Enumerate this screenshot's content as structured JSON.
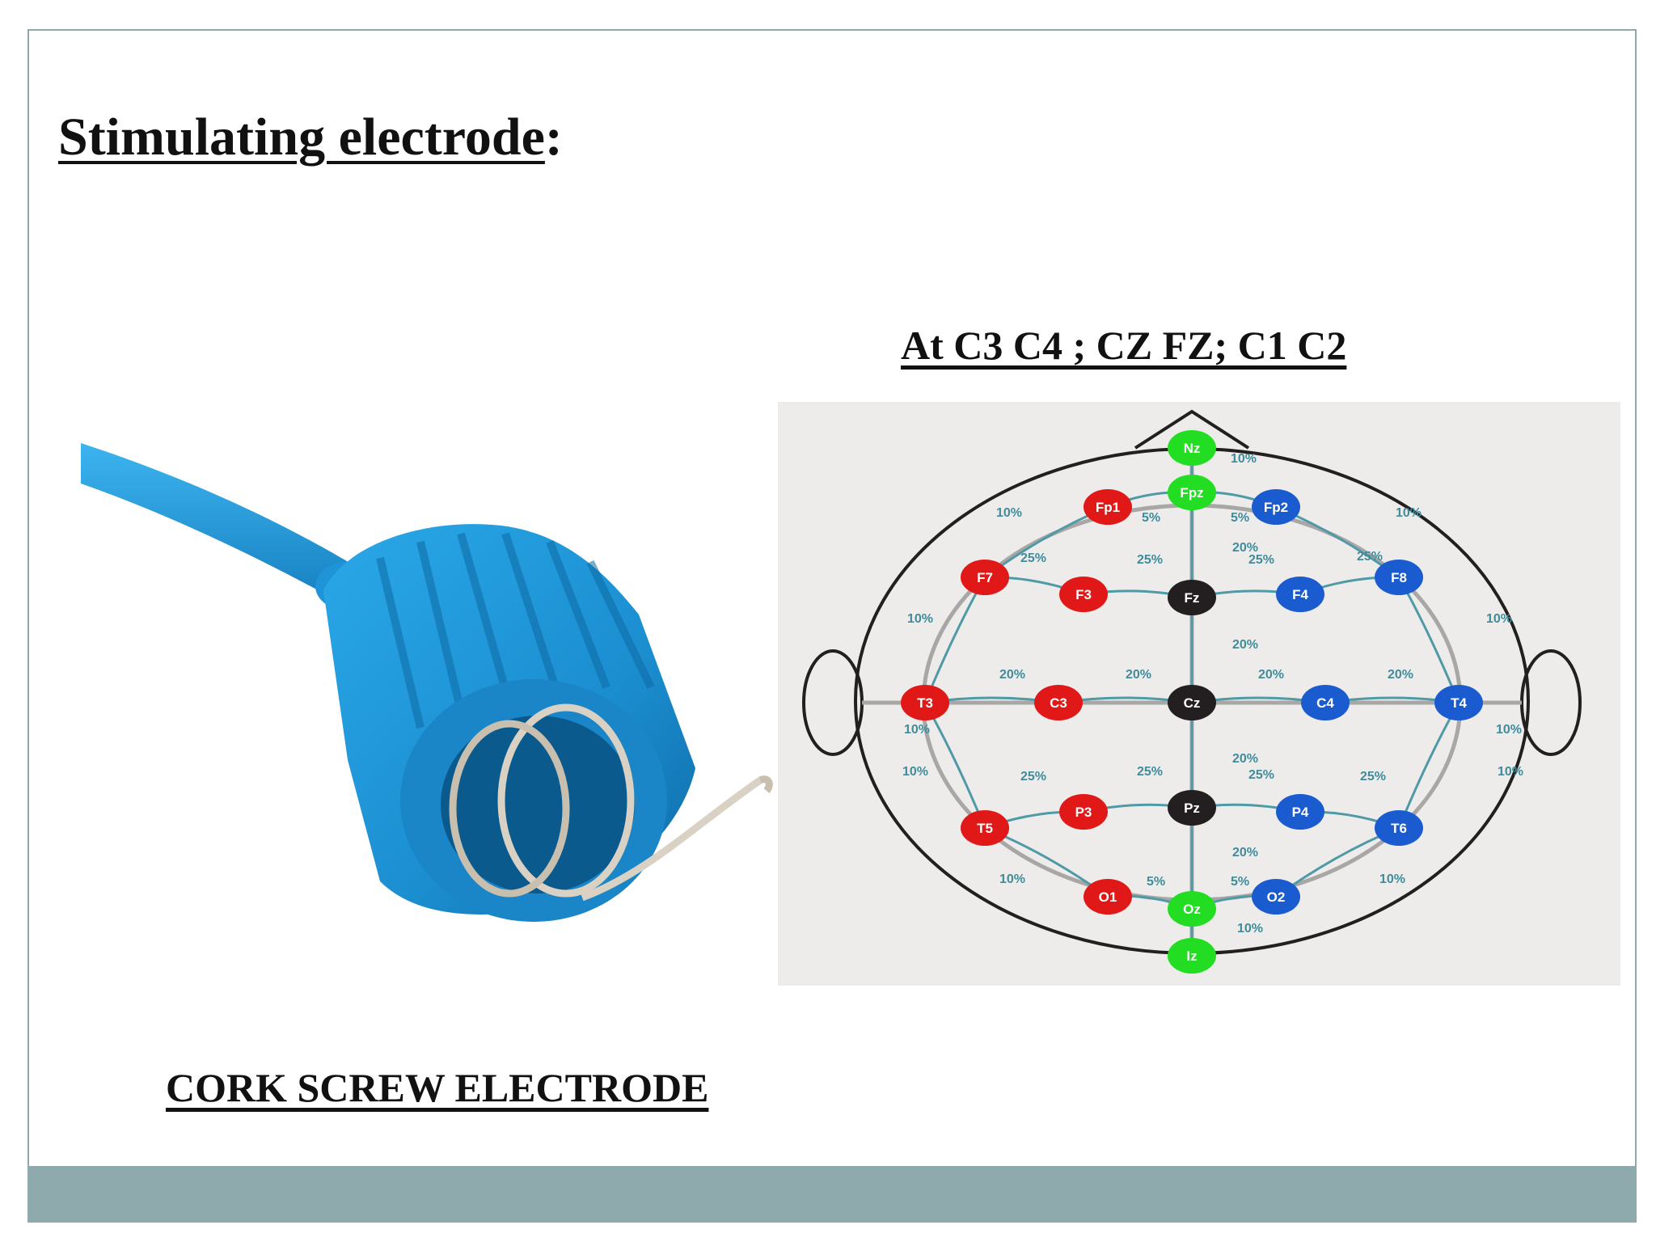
{
  "slide": {
    "title_main": "Stimulating electrode",
    "title_colon": ":",
    "subtitle": "At C3 C4 ; CZ FZ; C1 C2",
    "caption": "CORK SCREW ELECTRODE"
  },
  "colors": {
    "frame_border": "#8fa8aa",
    "footer_bar": "#8eaaac",
    "electrode_blue": "#1b8ed0",
    "left_hemisphere": "#e01818",
    "right_hemisphere": "#1a5ccf",
    "midline": "#231f20",
    "reference": "#22dd22"
  },
  "diagram": {
    "electrodes": [
      {
        "id": "Nz",
        "label": "Nz",
        "group": "reference"
      },
      {
        "id": "Fpz",
        "label": "Fpz",
        "group": "reference"
      },
      {
        "id": "Fp1",
        "label": "Fp1",
        "group": "left"
      },
      {
        "id": "Fp2",
        "label": "Fp2",
        "group": "right"
      },
      {
        "id": "F7",
        "label": "F7",
        "group": "left"
      },
      {
        "id": "F3",
        "label": "F3",
        "group": "left"
      },
      {
        "id": "Fz",
        "label": "Fz",
        "group": "midline"
      },
      {
        "id": "F4",
        "label": "F4",
        "group": "right"
      },
      {
        "id": "F8",
        "label": "F8",
        "group": "right"
      },
      {
        "id": "T3",
        "label": "T3",
        "group": "left"
      },
      {
        "id": "C3",
        "label": "C3",
        "group": "left"
      },
      {
        "id": "Cz",
        "label": "Cz",
        "group": "midline"
      },
      {
        "id": "C4",
        "label": "C4",
        "group": "right"
      },
      {
        "id": "T4",
        "label": "T4",
        "group": "right"
      },
      {
        "id": "T5",
        "label": "T5",
        "group": "left"
      },
      {
        "id": "P3",
        "label": "P3",
        "group": "left"
      },
      {
        "id": "Pz",
        "label": "Pz",
        "group": "midline"
      },
      {
        "id": "P4",
        "label": "P4",
        "group": "right"
      },
      {
        "id": "T6",
        "label": "T6",
        "group": "right"
      },
      {
        "id": "O1",
        "label": "O1",
        "group": "left"
      },
      {
        "id": "Oz",
        "label": "Oz",
        "group": "reference"
      },
      {
        "id": "O2",
        "label": "O2",
        "group": "right"
      },
      {
        "id": "Iz",
        "label": "Iz",
        "group": "reference"
      }
    ],
    "spacing_labels": [
      "10%",
      "10%",
      "5%",
      "5%",
      "10%",
      "20%",
      "25%",
      "25%",
      "25%",
      "25%",
      "10%",
      "10%",
      "20%",
      "20%",
      "20%",
      "20%",
      "20%",
      "10%",
      "10%",
      "10%",
      "10%",
      "20%",
      "25%",
      "25%",
      "25%",
      "25%",
      "20%",
      "10%",
      "5%",
      "5%",
      "10%",
      "10%"
    ]
  }
}
